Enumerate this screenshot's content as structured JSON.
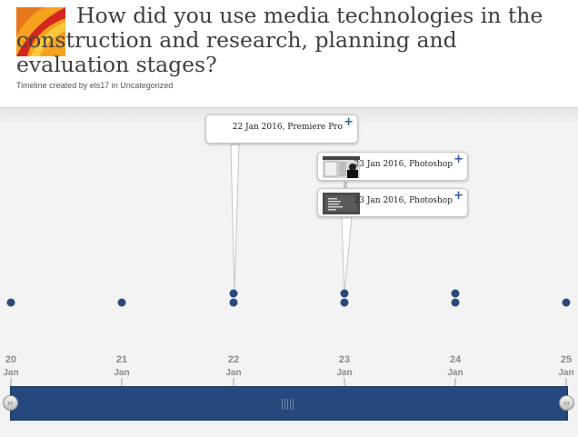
{
  "header": {
    "title": "How did you use media technologies in the construction and research, planning and evaluation stages?",
    "byline": "Timeline created by els17 in Uncategorized"
  },
  "events": [
    {
      "label": "22 Jan 2016, Premiere Pro",
      "has_thumbnail": false
    },
    {
      "label": "23 Jan 2016, Photoshop",
      "has_thumbnail": true
    },
    {
      "label": "23 Jan 2016, Photoshop",
      "has_thumbnail": true
    }
  ],
  "axis": {
    "days": [
      "20",
      "21",
      "22",
      "23",
      "24",
      "25"
    ],
    "month": "Jan"
  },
  "icons": {
    "expand": "plus-icon",
    "slider_handle": "left-right-arrows-icon"
  },
  "colors": {
    "accent": "#2f5b9a",
    "slider": "#26497d",
    "marker": "#2a4a7c"
  }
}
